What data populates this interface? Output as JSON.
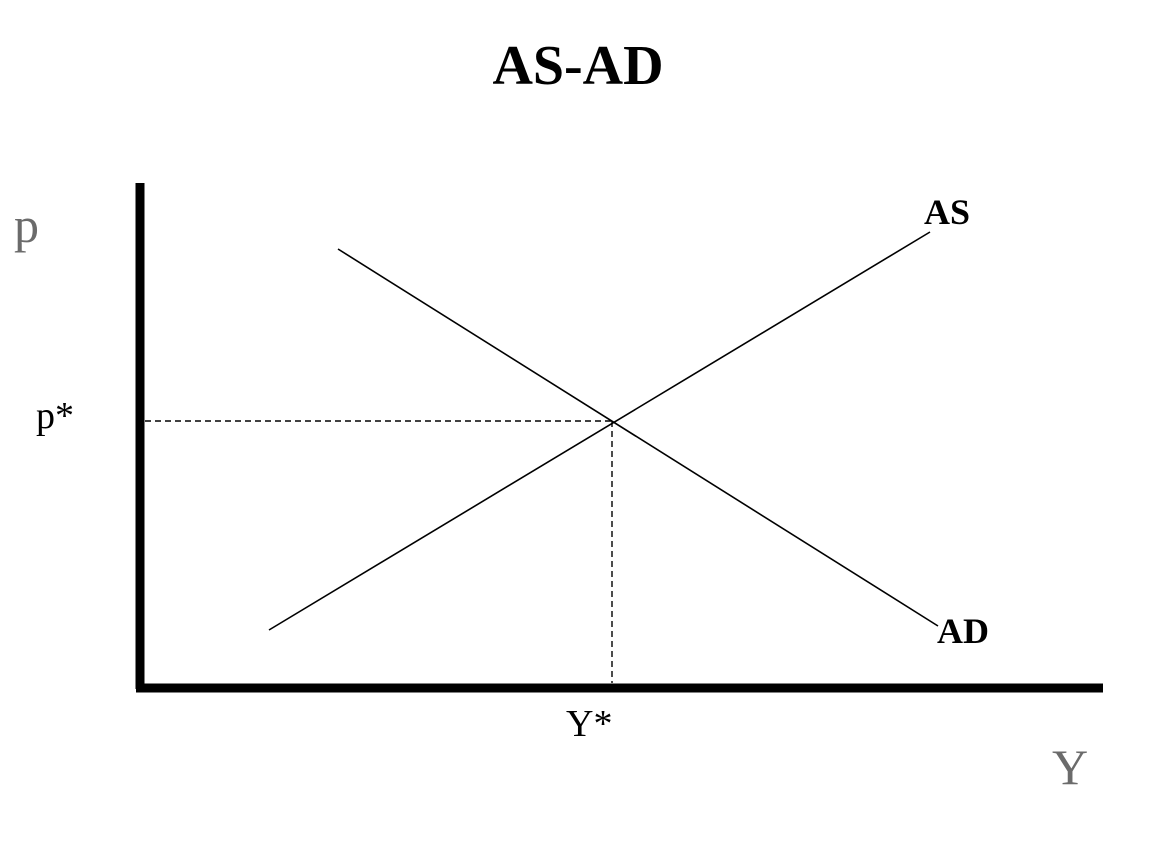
{
  "title": "AS-AD",
  "axes": {
    "y_label": "p",
    "x_label": "Y"
  },
  "equilibrium": {
    "price_label": "p*",
    "output_label": "Y*"
  },
  "curves": {
    "supply": {
      "label": "AS",
      "slope": "upward"
    },
    "demand": {
      "label": "AD",
      "slope": "downward"
    }
  },
  "style": {
    "line_color": "#000000",
    "axis_name_color": "#6b6b6b"
  }
}
